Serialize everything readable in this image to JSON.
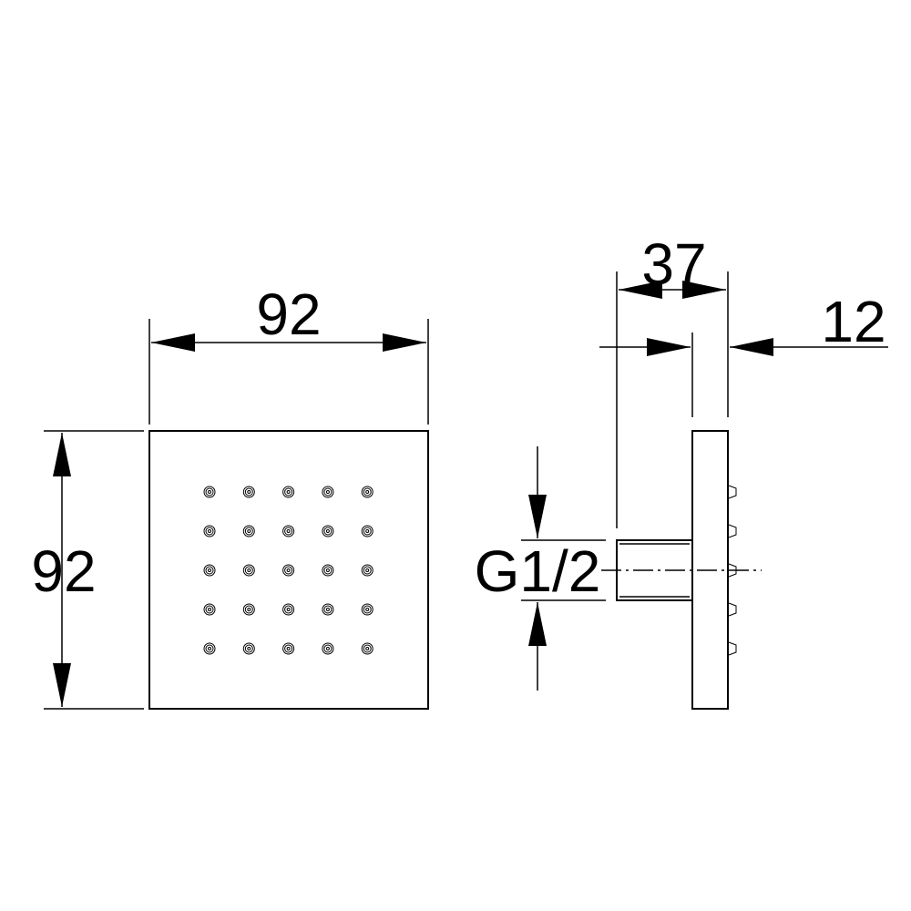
{
  "dimensions": {
    "front_width": "92",
    "front_height": "92",
    "side_depth_total": "37",
    "plate_thickness": "12",
    "thread": "G1/2"
  },
  "nozzle_grid": {
    "rows": 5,
    "cols": 5
  }
}
